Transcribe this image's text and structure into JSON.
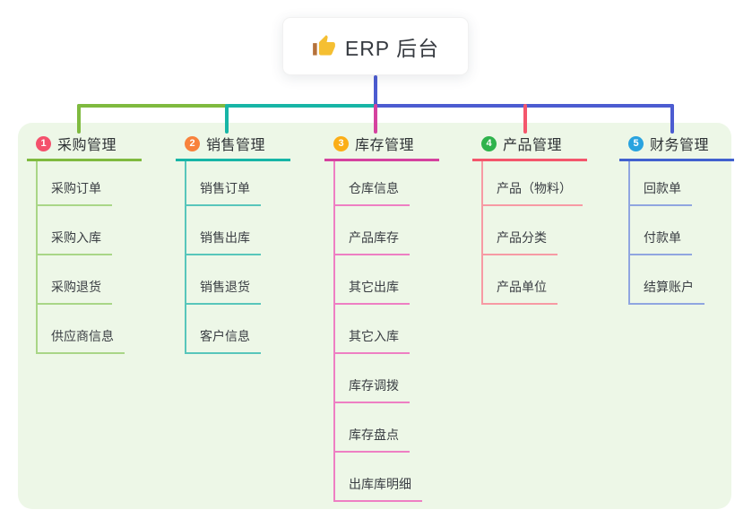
{
  "root": {
    "label": "ERP 后台",
    "icon": "thumbs-up-icon"
  },
  "branches": [
    {
      "index": "1",
      "label": "采购管理",
      "children": [
        "采购订单",
        "采购入库",
        "采购退货",
        "供应商信息"
      ],
      "colors": {
        "badge": "#f4516c",
        "main": "#7fba3f",
        "light": "#a9d687"
      }
    },
    {
      "index": "2",
      "label": "销售管理",
      "children": [
        "销售订单",
        "销售出库",
        "销售退货",
        "客户信息"
      ],
      "colors": {
        "badge": "#f8823c",
        "main": "#17b5a6",
        "light": "#58c6bb"
      }
    },
    {
      "index": "3",
      "label": "库存管理",
      "children": [
        "仓库信息",
        "产品库存",
        "其它出库",
        "其它入库",
        "库存调拨",
        "库存盘点",
        "出库库明细"
      ],
      "colors": {
        "badge": "#fbae17",
        "main": "#d5429f",
        "light": "#ee7fc3"
      }
    },
    {
      "index": "4",
      "label": "产品管理",
      "children": [
        "产品（物料）",
        "产品分类",
        "产品单位"
      ],
      "colors": {
        "badge": "#2fb34c",
        "main": "#f4566c",
        "light": "#f79aa4"
      }
    },
    {
      "index": "5",
      "label": "财务管理",
      "children": [
        "回款单",
        "付款单",
        "结算账户"
      ],
      "colors": {
        "badge": "#29a3df",
        "main": "#4161cf",
        "light": "#90a6e0"
      }
    }
  ],
  "colors": {
    "panel_bg": "#edf7e7",
    "connector_blue": "#4c5cd1",
    "connector_green": "#7fba3f",
    "connector_teal": "#17b5a6",
    "connector_magenta": "#d5429f",
    "connector_red": "#f4566c",
    "icon_yellow": "#f5bf32",
    "icon_cuff_brown": "#b5713a"
  }
}
